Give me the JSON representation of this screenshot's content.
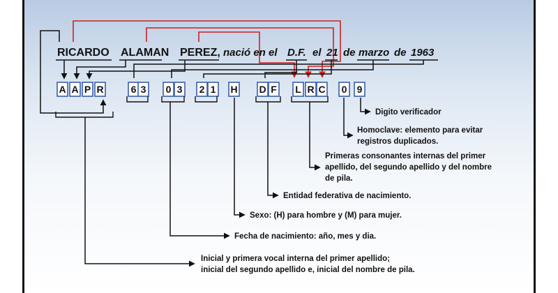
{
  "name_sentence": {
    "first_name": "RICARDO",
    "surname1": "ALAMAN",
    "surname2": "PEREZ,",
    "part1": "nació en el",
    "state": "D.F.",
    "part2": "el",
    "day": "21",
    "part3": "de",
    "month": "marzo",
    "part4": "de",
    "year": "1963"
  },
  "code_boxes": [
    "A",
    "A",
    "P",
    "R",
    "6",
    "3",
    "0",
    "3",
    "2",
    "1",
    "H",
    "D",
    "F",
    "L",
    "R",
    "C",
    "0",
    "9"
  ],
  "descriptions": {
    "check_digit": "Digito verificador",
    "homoclave": [
      "Homoclave: elemento para evitar",
      "registros duplicados."
    ],
    "consonants": [
      "Primeras consonantes internas del primer",
      "apellido, del segundo apellido y del nombre",
      "de pila."
    ],
    "state": "Entidad federativa de nacimiento.",
    "sex": "Sexo: (H) para hombre y (M) para mujer.",
    "birthdate": "Fecha de nacimiento: año, mes y dia.",
    "initials": [
      "Inicial y primera vocal interna del primer apellido;",
      "inicial del segundo apellido e, inicial del nombre de pila."
    ]
  },
  "colors": {
    "box_border": "#3a5faa",
    "red_line": "#cc2222",
    "dark_line": "#111111"
  }
}
